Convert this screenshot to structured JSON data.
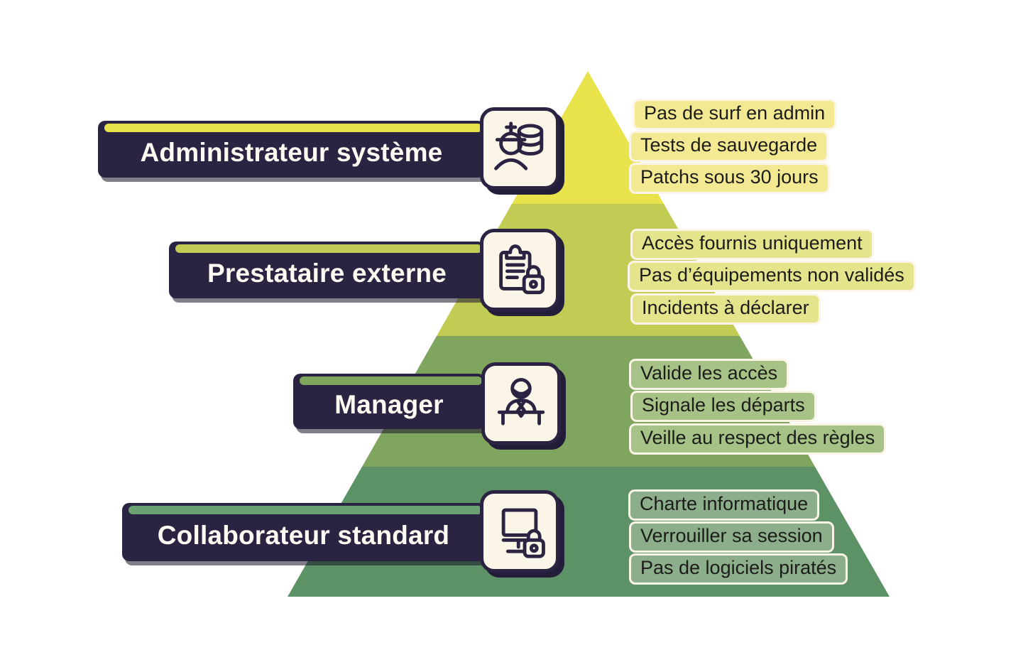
{
  "colors": {
    "background": "#ffffff",
    "bar_bg": "#2a2342",
    "bar_text": "#fdfaf2",
    "pill_text": "#1c1c1a",
    "cream_outline": "#fbf5e7",
    "band1": "#e8e24b",
    "band2": "#c2cc55",
    "band3": "#80a55e",
    "band4": "#5d9166",
    "strip4": "#6aa272",
    "pill1": "#f4e993",
    "pill2": "#e4e48c",
    "pill3": "#a7c286",
    "pill4": "#8cae8a"
  },
  "levels": [
    {
      "role": "Administrateur système",
      "icon": "admin-user-database-icon",
      "rules": [
        "Pas de surf en admin",
        "Tests de sauvegarde",
        "Patchs sous 30 jours"
      ]
    },
    {
      "role": "Prestataire externe",
      "icon": "clipboard-lock-icon",
      "rules": [
        "Accès fournis uniquement",
        "Pas d’équipements non validés",
        "Incidents à déclarer"
      ]
    },
    {
      "role": "Manager",
      "icon": "person-at-desk-icon",
      "rules": [
        "Valide les accès",
        "Signale les départs",
        "Veille au respect des règles"
      ]
    },
    {
      "role": "Collaborateur standard",
      "icon": "monitor-lock-icon",
      "rules": [
        "Charte informatique",
        "Verrouiller sa session",
        "Pas de logiciels piratés"
      ]
    }
  ]
}
